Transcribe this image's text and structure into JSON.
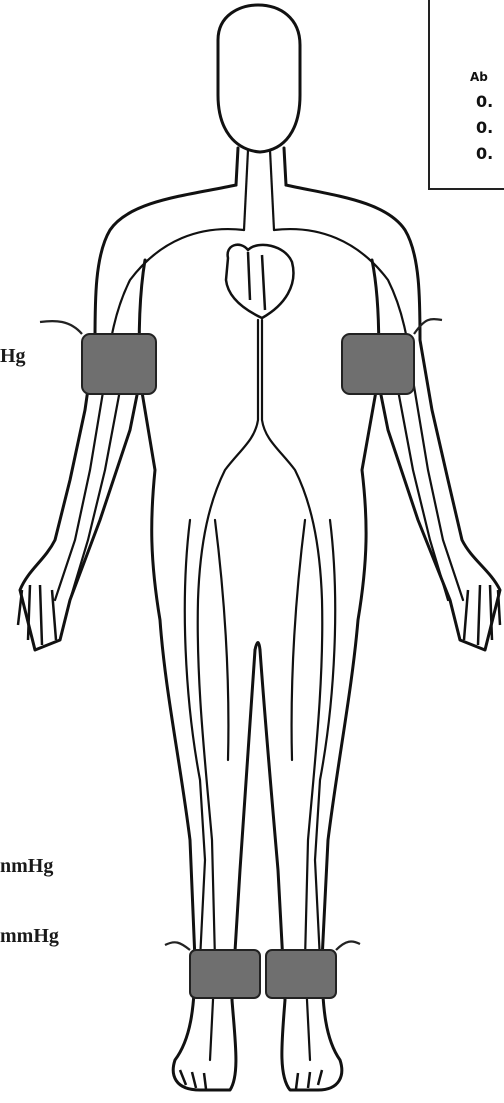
{
  "labels": {
    "arm_pressure": "Hg",
    "thigh_pressure": "nmHg",
    "ankle_pressure": "mmHg"
  },
  "legend": {
    "title": "Ab",
    "rows": [
      "0.",
      "0.",
      "0."
    ]
  },
  "colors": {
    "line": "#111111",
    "cuff_fill": "#6f6f6f",
    "background": "#ffffff"
  }
}
